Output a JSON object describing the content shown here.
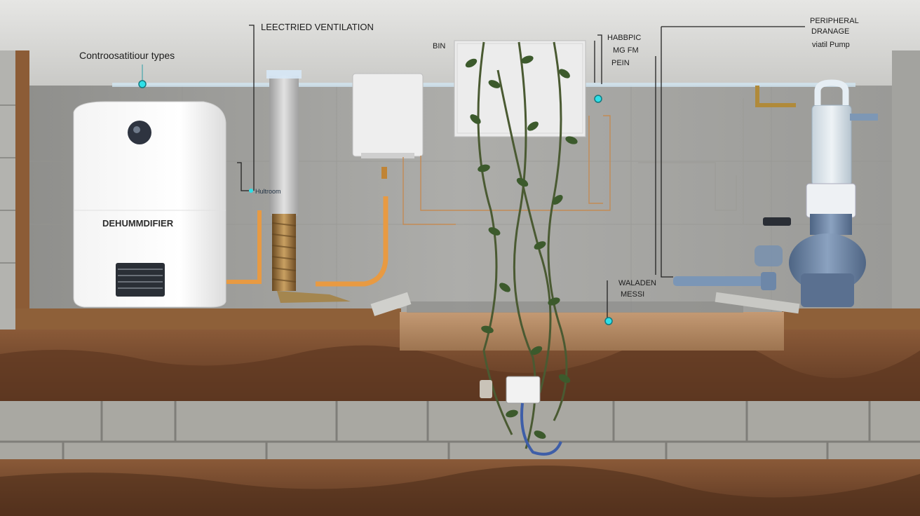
{
  "labels": {
    "conditions": "Controosatitiour types",
    "ventilation": "LEECTRIED VENTILATION",
    "bin": "BIN",
    "habbpic_l1": "HABBPIC",
    "habbpic_l2": "MG FM",
    "habbpic_l3": "PEIN",
    "peripheral_l1": "PERIPHERAL",
    "peripheral_l2": "DRANAGE",
    "pump": "viatil Pump",
    "dehumidifier": "DEHUMMDIFIER",
    "humidistat": "Hultroom",
    "wall_l1": "WALADEN",
    "wall_l2": "MESSI"
  },
  "colors": {
    "ceiling": "#d9d9d7",
    "wall": "#a7a7a3",
    "soil": "#6e4428",
    "block": "#a9a8a2",
    "pipe_orange": "#e89a42",
    "pump_blue": "#6f87a6",
    "marker": "#2ee0e8",
    "vine": "#3c5a2c"
  }
}
